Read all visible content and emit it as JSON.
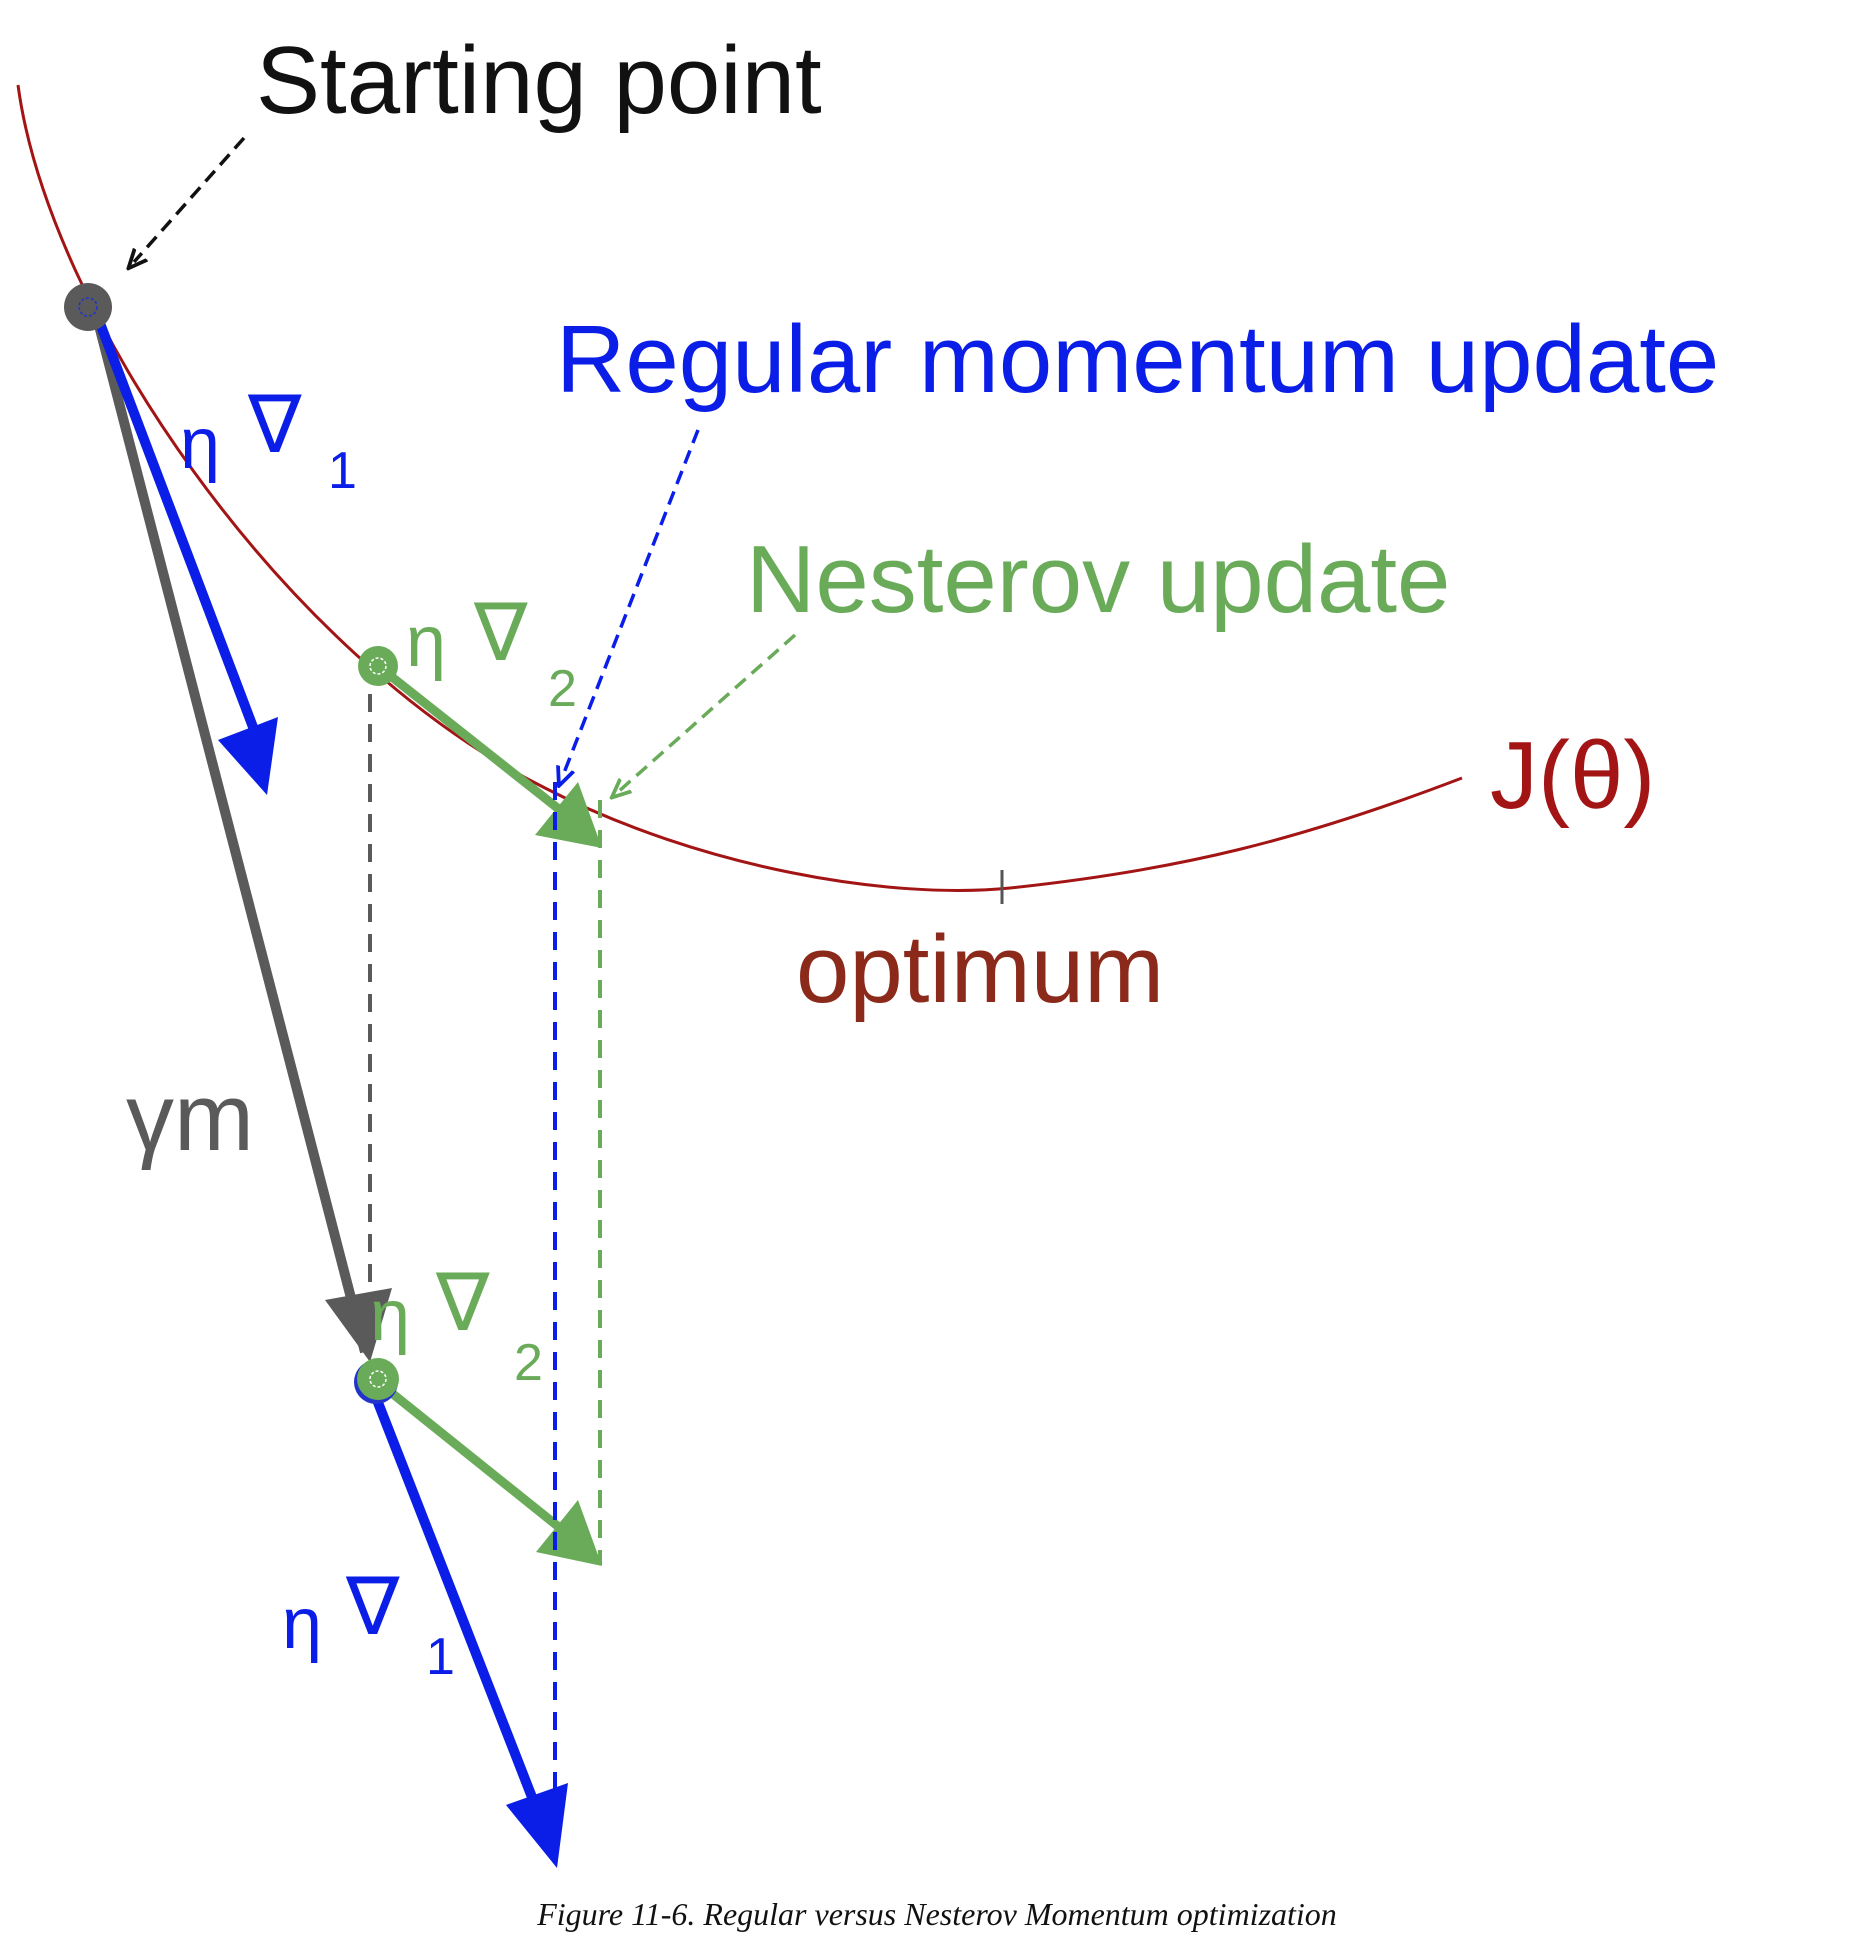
{
  "labels": {
    "starting_point": "Starting point",
    "regular_update": "Regular momentum update",
    "nesterov_update": "Nesterov update",
    "cost_function": "J(θ)",
    "optimum": "optimum",
    "momentum": "γm",
    "eta": "η",
    "nabla": "∇",
    "sub1": "1",
    "sub2": "2"
  },
  "caption": "Figure 11-6. Regular versus Nesterov Momentum optimization",
  "colors": {
    "curve": "#a31515",
    "optimum_text": "#8b2a1a",
    "regular": "#0a1ee8",
    "nesterov": "#6aab5a",
    "momentum": "#5a5a5a",
    "black": "#111111"
  }
}
